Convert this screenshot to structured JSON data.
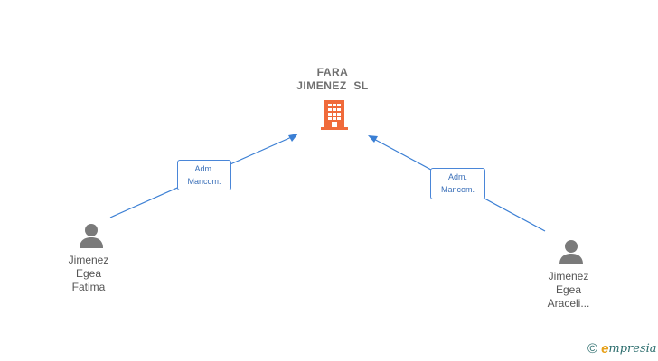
{
  "company": {
    "name_line1": "FARA",
    "name_line2": "JIMENEZ  SL"
  },
  "relations": [
    {
      "role_line1": "Adm.",
      "role_line2": "Mancom."
    },
    {
      "role_line1": "Adm.",
      "role_line2": "Mancom."
    }
  ],
  "persons": [
    {
      "line1": "Jimenez",
      "line2": "Egea",
      "line3": "Fatima"
    },
    {
      "line1": "Jimenez",
      "line2": "Egea",
      "line3": "Araceli..."
    }
  ],
  "watermark": {
    "copyright_symbol": "©",
    "brand_initial": "e",
    "brand_rest": "mpresia"
  },
  "colors": {
    "edge": "#3b7fd4",
    "building": "#f06a3a",
    "person": "#7a7a7a",
    "label_border": "#4a86d8"
  }
}
